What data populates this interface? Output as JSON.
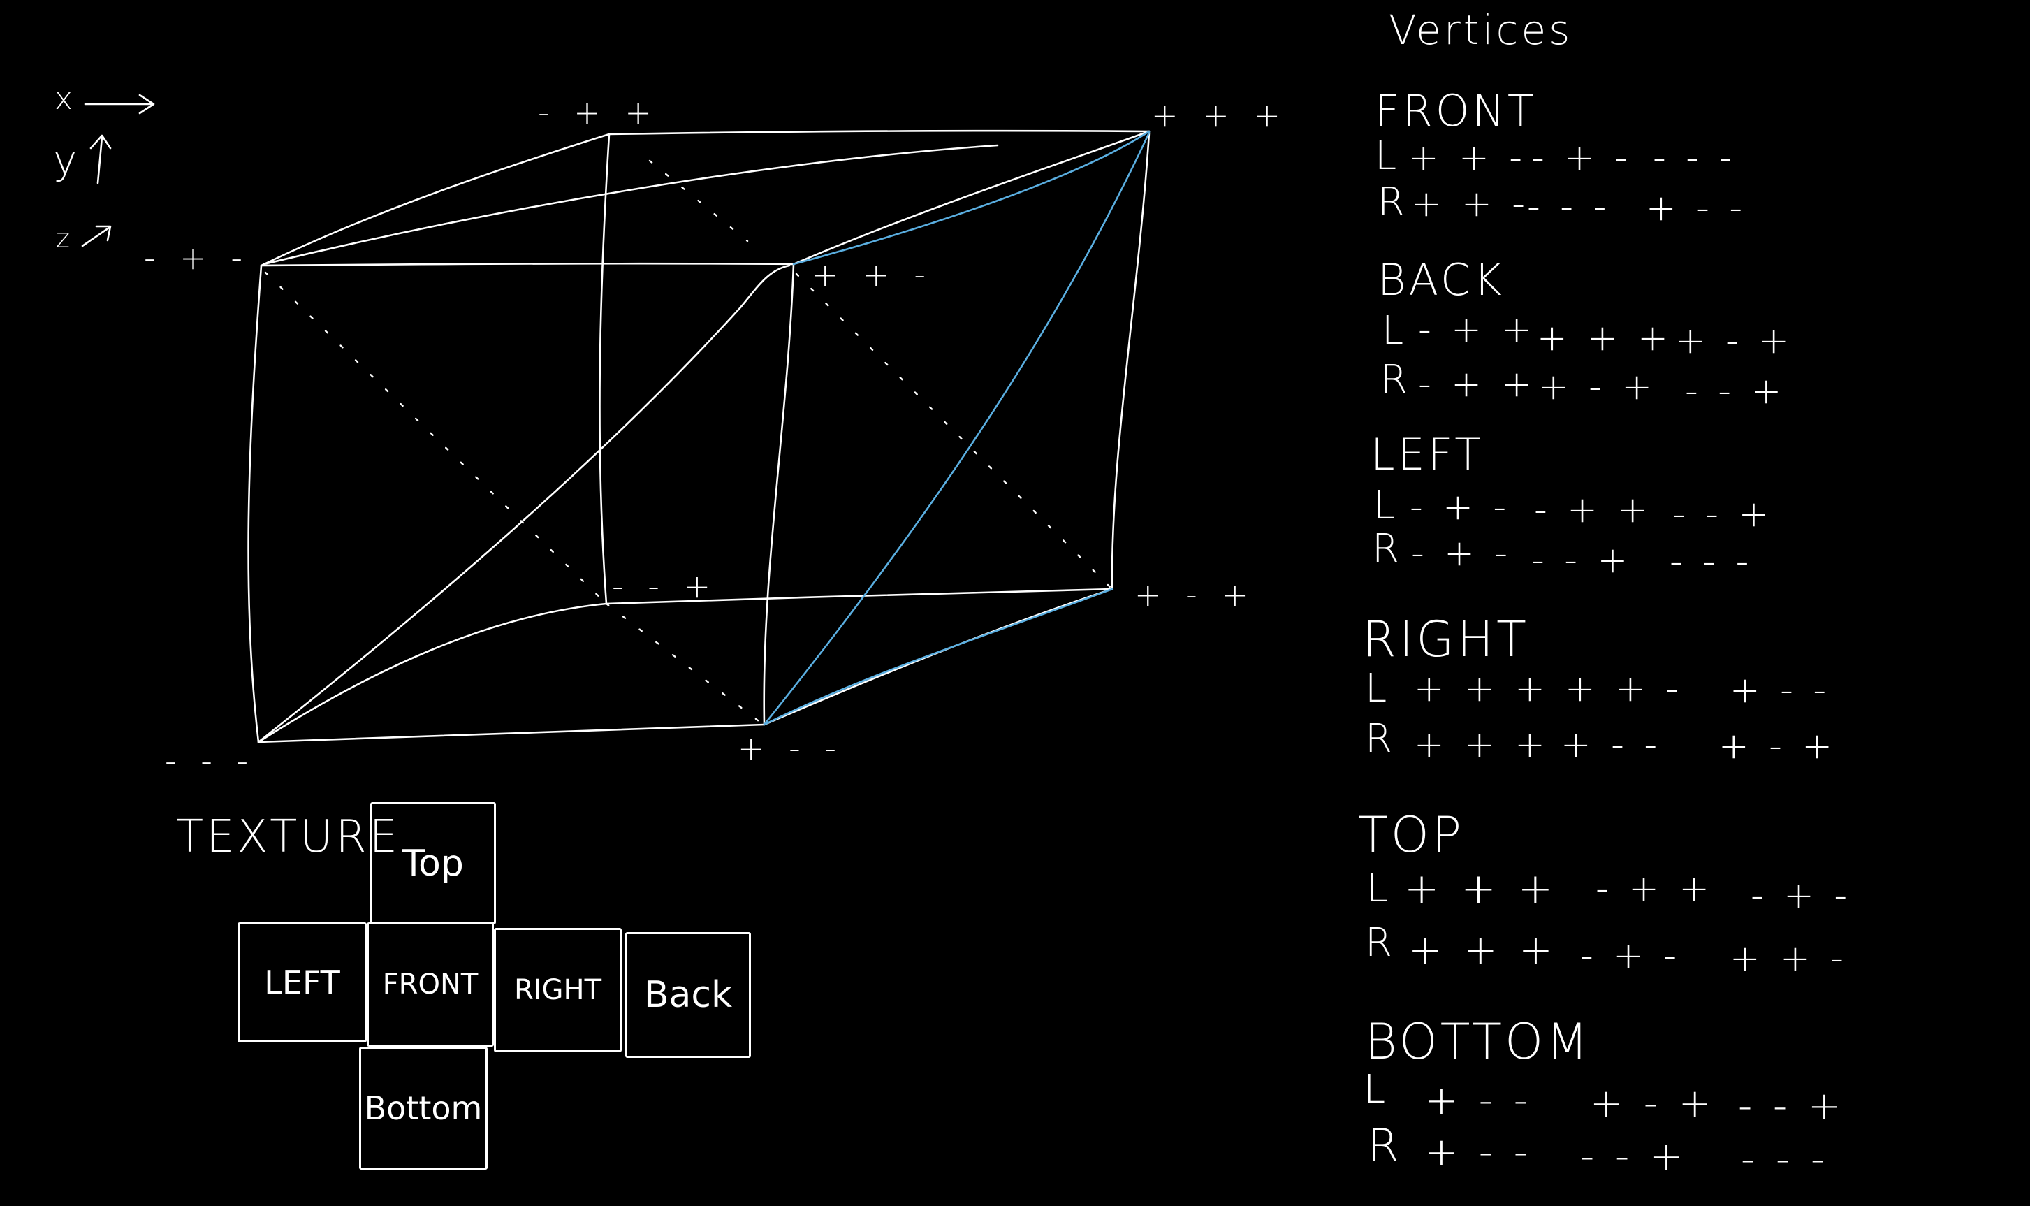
{
  "axes": {
    "x": "x",
    "y": "y",
    "z": "z"
  },
  "cube_vertices": {
    "top_back_left": "- + +",
    "top_back_right": "+ + +",
    "top_front_left": "- + -",
    "top_front_right": "+ + -",
    "bottom_back_left": "- - +",
    "bottom_back_right": "+ - +",
    "bottom_front_left": "- - -",
    "bottom_front_right": "+ - -"
  },
  "texture": {
    "title": "TEXTURE",
    "faces": {
      "top": "Top",
      "left": "LEFT",
      "front": "FRONT",
      "right": "RIGHT",
      "back": "Back",
      "bottom": "Bottom"
    }
  },
  "vertices": {
    "title": "Vertices",
    "sections": [
      {
        "name": "FRONT",
        "rows": [
          {
            "label": "L",
            "v": [
              "+ + -",
              "- + -",
              "- - -"
            ]
          },
          {
            "label": "R",
            "v": [
              "+ + -",
              "- - -",
              "+ - -"
            ]
          }
        ]
      },
      {
        "name": "BACK",
        "rows": [
          {
            "label": "L",
            "v": [
              "- + +",
              "+ + +",
              "+ - +"
            ]
          },
          {
            "label": "R",
            "v": [
              "- + +",
              "+ - +",
              "- - +"
            ]
          }
        ]
      },
      {
        "name": "LEFT",
        "rows": [
          {
            "label": "L",
            "v": [
              "- + -",
              "- + +",
              "- - +"
            ]
          },
          {
            "label": "R",
            "v": [
              "- + -",
              "- - +",
              "- - -"
            ]
          }
        ]
      },
      {
        "name": "RIGHT",
        "rows": [
          {
            "label": "L",
            "v": [
              "+ + +",
              "+ + -",
              "+ - -"
            ]
          },
          {
            "label": "R",
            "v": [
              "+ + +",
              "+ - -",
              "+ - +"
            ]
          }
        ]
      },
      {
        "name": "TOP",
        "rows": [
          {
            "label": "L",
            "v": [
              "+ + +",
              "- + +",
              "- + -"
            ]
          },
          {
            "label": "R",
            "v": [
              "+ + +",
              "- + -",
              "+ + -"
            ]
          }
        ]
      },
      {
        "name": "BOTTOM",
        "rows": [
          {
            "label": "L",
            "v": [
              "+ - -",
              "+ - +",
              "- - +"
            ]
          },
          {
            "label": "R",
            "v": [
              "+ - -",
              "- - +",
              "- - -"
            ]
          }
        ]
      }
    ]
  },
  "colors": {
    "background": "#000000",
    "ink": "#ffffff",
    "highlight": "#5aaee0"
  }
}
